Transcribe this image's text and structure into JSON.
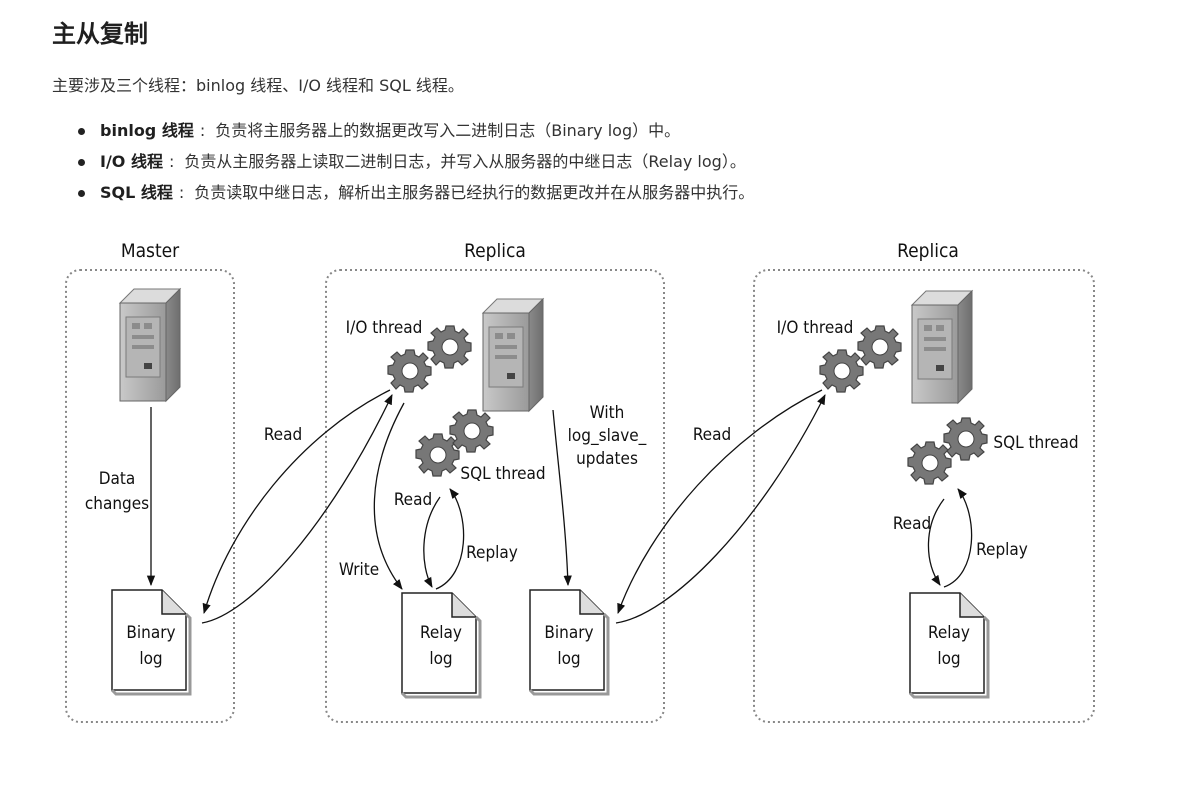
{
  "page": {
    "title": "主从复制",
    "intro": "主要涉及三个线程：binlog 线程、I/O 线程和 SQL 线程。",
    "threads": [
      {
        "name": "binlog 线程",
        "desc": "负责将主服务器上的数据更改写入二进制日志（Binary log）中。"
      },
      {
        "name": "I/O 线程",
        "desc": "负责从主服务器上读取二进制日志，并写入从服务器的中继日志（Relay log）。"
      },
      {
        "name": "SQL 线程",
        "desc": "负责读取中继日志，解析出主服务器已经执行的数据更改并在从服务器中执行。"
      }
    ]
  },
  "diagram": {
    "master": {
      "title": "Master",
      "data_changes": [
        "Data",
        "changes"
      ],
      "binlog": [
        "Binary",
        "log"
      ]
    },
    "replica1": {
      "title": "Replica",
      "io_thread": "I/O thread",
      "sql_thread": "SQL thread",
      "relay": [
        "Relay",
        "log"
      ],
      "binlog": [
        "Binary",
        "log"
      ],
      "with_log": [
        "With",
        "log_slave_",
        "updates"
      ],
      "write": "Write",
      "read": "Read",
      "replay": "Replay"
    },
    "replica2": {
      "title": "Replica",
      "io_thread": "I/O thread",
      "sql_thread": "SQL thread",
      "relay": [
        "Relay",
        "log"
      ],
      "read": "Read",
      "replay": "Replay"
    },
    "arrows": {
      "read1": "Read",
      "read2": "Read"
    }
  }
}
